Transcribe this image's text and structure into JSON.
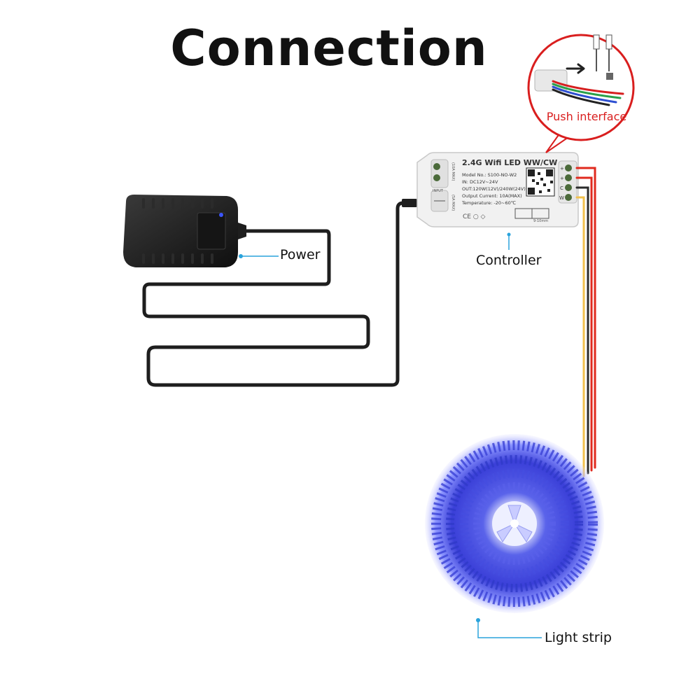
{
  "title": "Connection",
  "labels": {
    "power": "Power",
    "controller": "Controller",
    "light_strip": "Light strip",
    "push_interface": "Push interface"
  },
  "controller": {
    "name": "2.4G Wifi LED WW/CW",
    "model": "Model No.: S100-NO-W2",
    "input": "IN: DC12V~24V",
    "output": "OUT:120W(12V)/240W(24V)",
    "current": "Output Current: 10A(MAX)",
    "temperature": "Temperature: -20~60℃",
    "input_tag": "INPUT",
    "max_left_top": "(10A MAX)",
    "max_left_bottom": "(5A MAX)",
    "terminal_plus1": "+",
    "terminal_plus2": "+",
    "terminal_c": "C",
    "terminal_w": "W",
    "strip_len": "9-10mm",
    "cert_marks": "CE ○ ◇"
  },
  "colors": {
    "label_line": "#2aa3dc",
    "push_circle": "#d91e1e",
    "cable": "#1e1e1e",
    "wire_red": "#e02a1e",
    "wire_yellow": "#f2c14e",
    "strip_glow": "#4f56e6"
  }
}
